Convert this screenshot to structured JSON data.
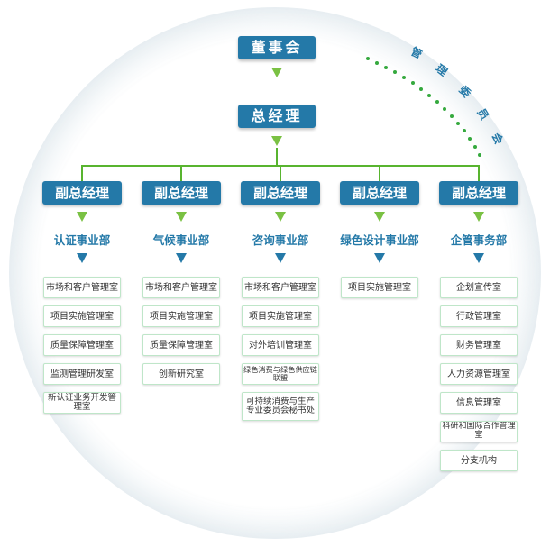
{
  "board": "董事会",
  "general_manager": "总经理",
  "committee": [
    "管",
    "理",
    "委",
    "员",
    "会"
  ],
  "columns": [
    {
      "vp": "副总经理",
      "dept": "认证事业部",
      "offices": [
        "市场和客户管理室",
        "项目实施管理室",
        "质量保障管理室",
        "监测管理研发室",
        "新认证业务开发管理室"
      ]
    },
    {
      "vp": "副总经理",
      "dept": "气候事业部",
      "offices": [
        "市场和客户管理室",
        "项目实施管理室",
        "质量保障管理室",
        "创新研究室"
      ]
    },
    {
      "vp": "副总经理",
      "dept": "咨询事业部",
      "offices": [
        "市场和客户管理室",
        "项目实施管理室",
        "对外培训管理室",
        "绿色消费与绿色供应链联盟",
        "可持续消费与生产\n专业委员会秘书处"
      ]
    },
    {
      "vp": "副总经理",
      "dept": "绿色设计事业部",
      "offices": [
        "项目实施管理室"
      ]
    },
    {
      "vp": "副总经理",
      "dept": "企管事务部",
      "offices": [
        "企划宣传室",
        "行政管理室",
        "财务管理室",
        "人力资源管理室",
        "信息管理室",
        "科研和国际合作管理室",
        "分支机构"
      ]
    }
  ],
  "colors": {
    "box": "#2479a8",
    "connector": "#58b42f",
    "arrow_green": "#7ac143",
    "office_border": "#bfe6c9"
  }
}
